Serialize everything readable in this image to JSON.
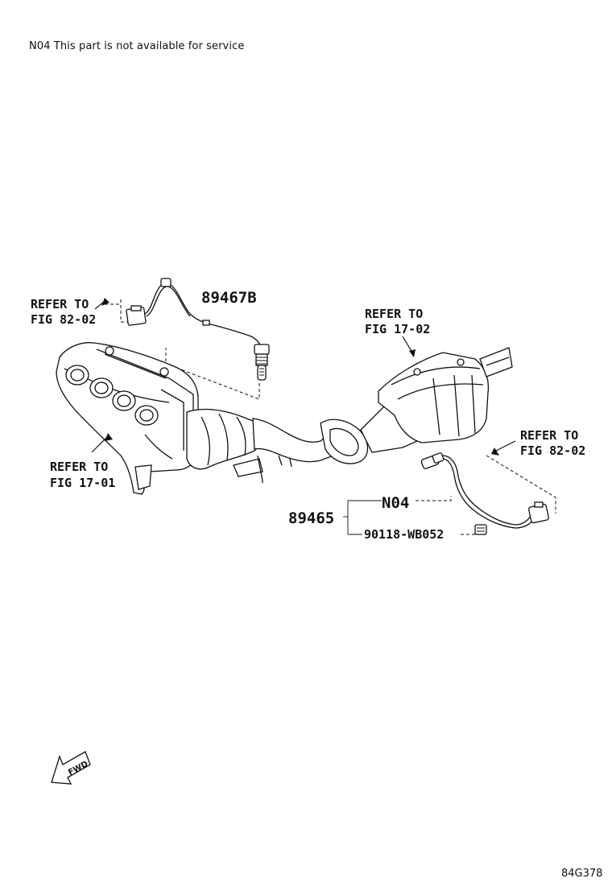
{
  "header": {
    "note": "N04 This part is not available for service"
  },
  "labels": {
    "refer_fig_82_02_left": [
      "REFER TO",
      "FIG 82-02"
    ],
    "refer_fig_17_02": [
      "REFER TO",
      "FIG 17-02"
    ],
    "refer_fig_82_02_right": [
      "REFER TO",
      "FIG 82-02"
    ],
    "refer_fig_17_01": [
      "REFER TO",
      "FIG 17-01"
    ],
    "part_89467b": "89467B",
    "part_89465": "89465",
    "part_n04": "N04",
    "part_90118": "90118-WB052",
    "fwd": "FWD"
  },
  "footer": {
    "figure_code": "84G378"
  }
}
